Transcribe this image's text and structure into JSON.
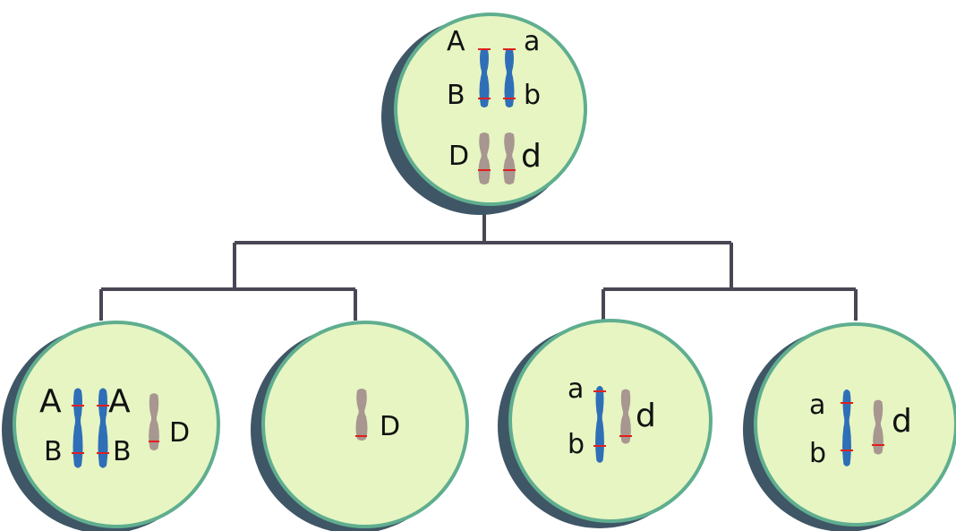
{
  "colors": {
    "cell_fill": "#e6f5c2",
    "cell_edge": "#5fae8f",
    "cell_shadow": "#3f5666",
    "line": "#4a4654",
    "chrom_blue": "#2f6fb8",
    "chrom_tan": "#a89690",
    "marker": "#e0201c"
  },
  "parent_cell": {
    "labels": [
      "A",
      "B",
      "D",
      "a",
      "b",
      "d"
    ]
  },
  "daughter_cells": [
    {
      "labels": [
        "A",
        "B",
        "A",
        "B",
        "D"
      ]
    },
    {
      "labels": [
        "D"
      ]
    },
    {
      "labels": [
        "a",
        "b",
        "d"
      ]
    },
    {
      "labels": [
        "a",
        "b",
        "d"
      ]
    }
  ]
}
